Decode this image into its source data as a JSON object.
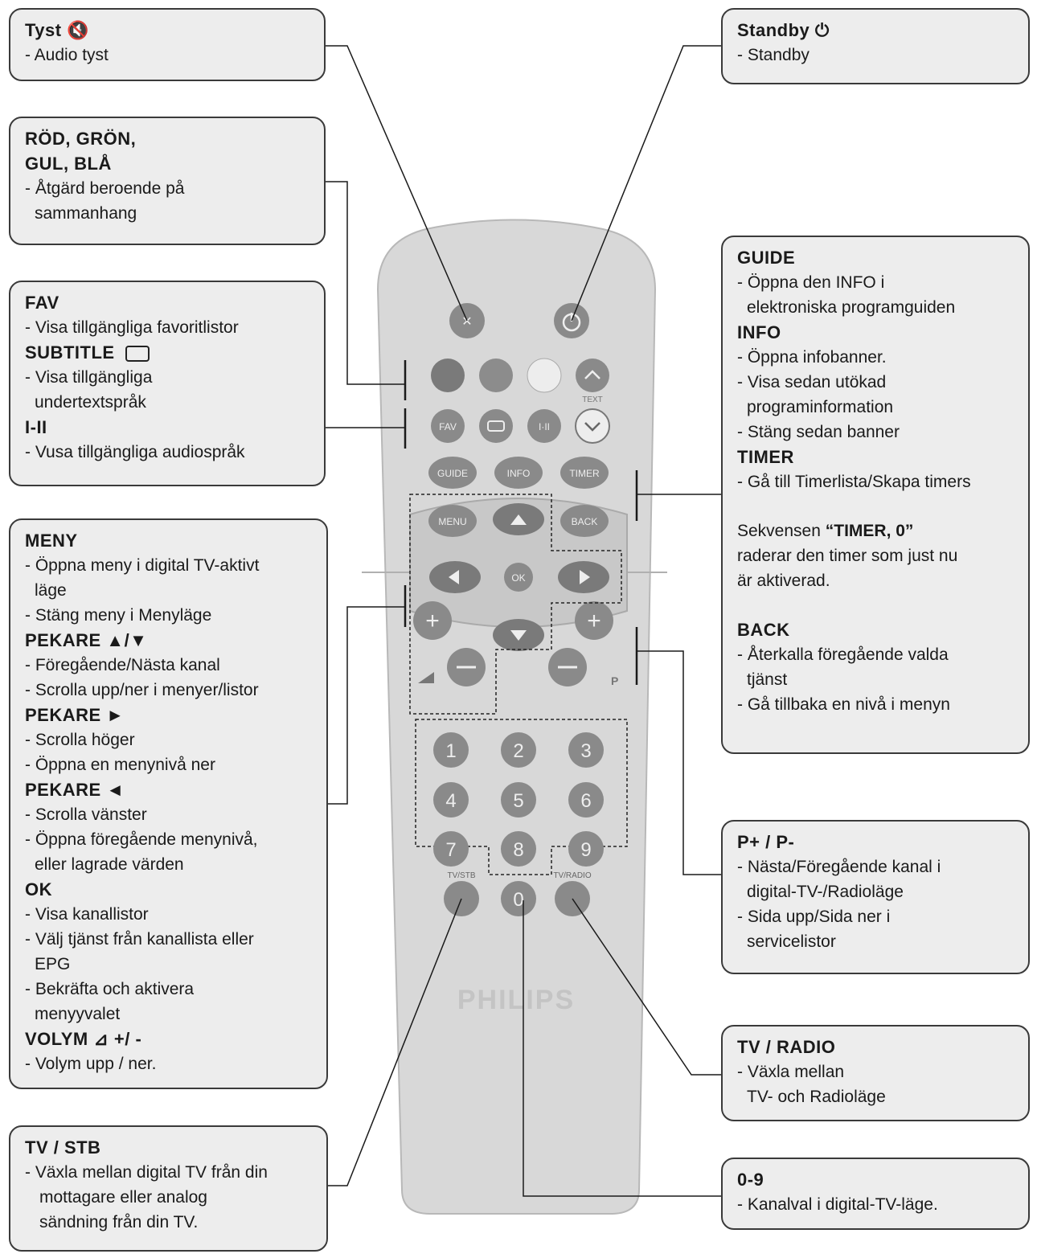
{
  "mute": {
    "title": "Tyst",
    "icon": "speaker-mute-icon",
    "desc": "- Audio tyst"
  },
  "standby": {
    "title": "Standby",
    "icon": "power-icon",
    "desc": "- Standby"
  },
  "colors": {
    "title1": "RÖD, GRÖN,",
    "title2": "GUL, BLÅ",
    "desc1": "- Åtgärd beroende på",
    "desc2": "sammanhang"
  },
  "fav": {
    "title": "FAV",
    "desc": "- Visa tillgängliga favoritlistor",
    "subtitle_title": "SUBTITLE",
    "subtitle_icon": "subtitle-icon",
    "subtitle_desc1": "- Visa tillgängliga",
    "subtitle_desc2": "undertextspråk",
    "audio_title": "I-II",
    "audio_desc": "- Vusa tillgängliga audiospråk"
  },
  "menu": {
    "title": "MENY",
    "d1": "- Öppna meny i digital TV-aktivt",
    "d2": "läge",
    "d3": "- Stäng meny i Menyläge",
    "updown_title": "PEKARE ▲/▼",
    "updown_1": "- Föregående/Nästa kanal",
    "updown_2": "- Scrolla upp/ner i menyer/listor",
    "right_title": "PEKARE ►",
    "right_1": "- Scrolla höger",
    "right_2": "- Öppna en menynivå ner",
    "left_title": "PEKARE ◄",
    "left_1": "- Scrolla vänster",
    "left_2": "- Öppna föregående menynivå,",
    "left_3": "eller lagrade värden",
    "ok_title": "OK",
    "ok_1": "- Visa kanallistor",
    "ok_2": "- Välj tjänst från kanallista eller",
    "ok_3": "EPG",
    "ok_4": "- Bekräfta och aktivera",
    "ok_5": "menyyvalet",
    "vol_title": "VOLYM",
    "vol_icon": "volume-icon",
    "vol_suffix": "+/ -",
    "vol_1": "- Volym upp / ner."
  },
  "tvstb": {
    "title": "TV / STB",
    "d1": "- Växla mellan digital TV från din",
    "d2": "mottagare eller analog",
    "d3": "sändning från din TV."
  },
  "guide": {
    "title": "GUIDE",
    "d1": "- Öppna den INFO i",
    "d2": "elektroniska programguiden",
    "info_title": "INFO",
    "info_1": "- Öppna infobanner.",
    "info_2": "- Visa sedan utökad",
    "info_3": "programinformation",
    "info_4": "- Stäng sedan banner",
    "timer_title": "TIMER",
    "timer_1": "- Gå till Timerlista/Skapa timers",
    "seq_1": "Sekvensen",
    "seq_bold": "“TIMER, 0”",
    "seq_2": "raderar den timer som just nu",
    "seq_3": "är aktiverad.",
    "back_title": "BACK",
    "back_1": "- Återkalla föregående valda",
    "back_2": "tjänst",
    "back_3": "- Gå tillbaka en nivå i menyn"
  },
  "pplus": {
    "title": "P+ / P-",
    "d1": "- Nästa/Föregående kanal i",
    "d2": "digital-TV-/Radioläge",
    "d3": "- Sida upp/Sida ner i",
    "d4": "servicelistor"
  },
  "tvradio": {
    "title": "TV / RADIO",
    "d1": "- Växla mellan",
    "d2": "TV- och Radioläge"
  },
  "digits": {
    "title": "0-9",
    "d1": "- Kanalval i digital-TV-läge."
  },
  "remote": {
    "brand": "PHILIPS",
    "text_label": "TEXT",
    "fav": "FAV",
    "subtitle": "▭",
    "dual": "I·II",
    "guide": "GUIDE",
    "info": "INFO",
    "timer": "TIMER",
    "menu": "MENU",
    "back": "BACK",
    "ok": "OK",
    "p": "P",
    "tvstb": "TV/STB",
    "tvradio": "TV/RADIO",
    "n1": "1",
    "n2": "2",
    "n3": "3",
    "n4": "4",
    "n5": "5",
    "n6": "6",
    "n7": "7",
    "n8": "8",
    "n9": "9",
    "n0": "0"
  },
  "colors_palette": {
    "box_bg": "#ededed",
    "remote_body": "#d6d6d6",
    "button": "#8a8a8a"
  }
}
